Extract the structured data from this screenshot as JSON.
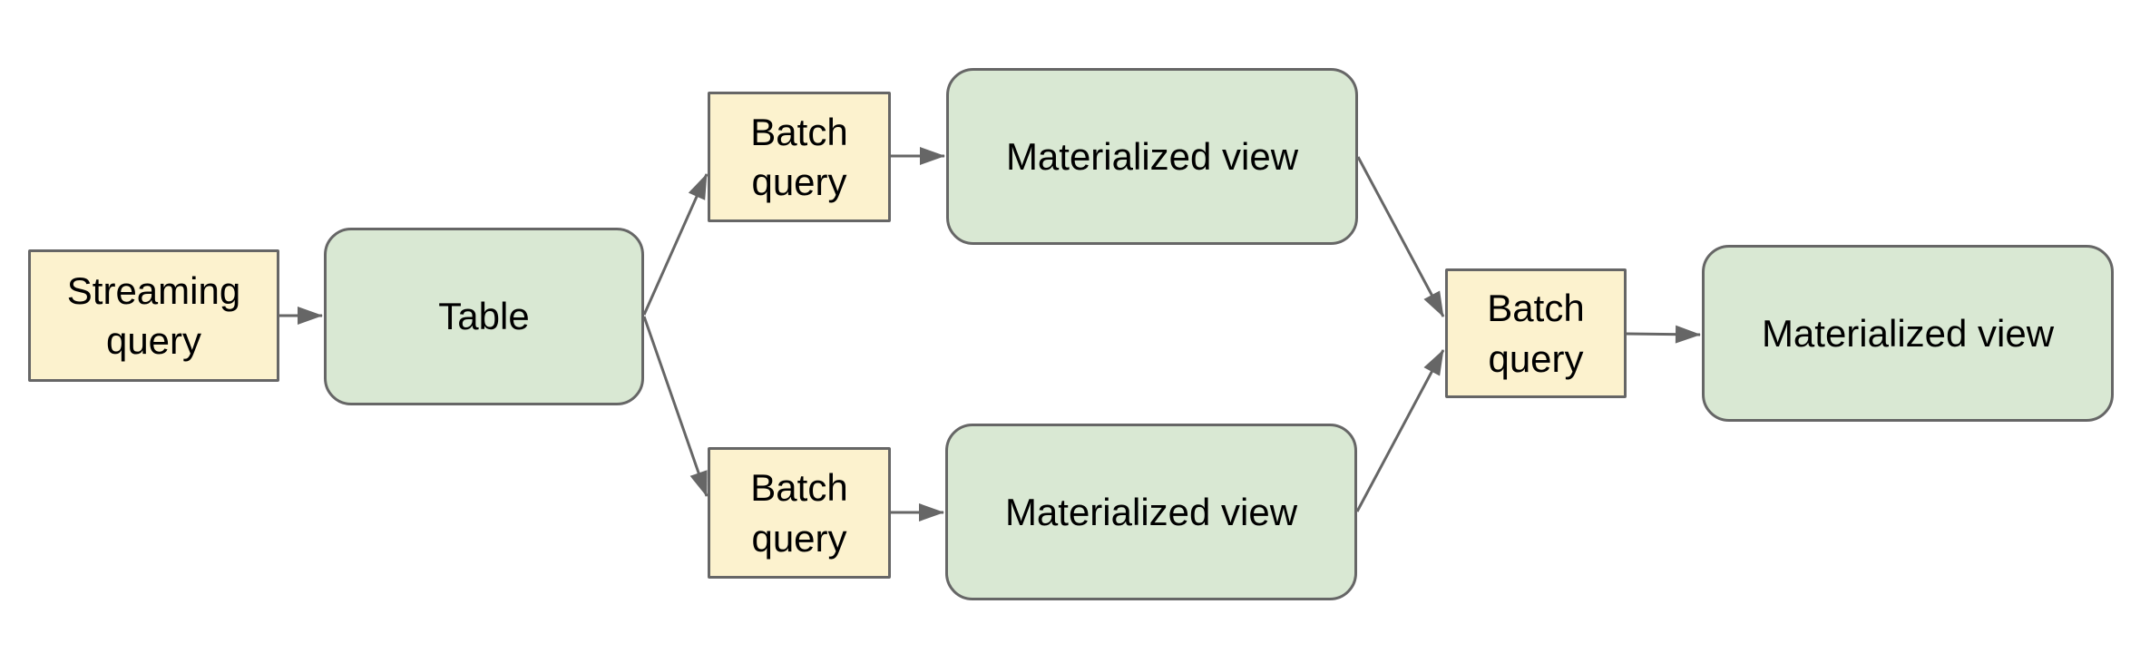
{
  "diagram": {
    "background_color": "#ffffff",
    "colors": {
      "query_box_fill": "#fcf2ce",
      "view_box_fill": "#d9e8d3",
      "box_border": "#666666",
      "connector": "#666666",
      "label_text": "#000000"
    },
    "nodes": [
      {
        "id": "streaming-query",
        "label": "Streaming query",
        "kind": "query"
      },
      {
        "id": "table",
        "label": "Table",
        "kind": "view"
      },
      {
        "id": "batch-query-top",
        "label": "Batch query",
        "kind": "query"
      },
      {
        "id": "materialized-view-top",
        "label": "Materialized view",
        "kind": "view"
      },
      {
        "id": "batch-query-bottom",
        "label": "Batch query",
        "kind": "query"
      },
      {
        "id": "materialized-view-bottom",
        "label": "Materialized view",
        "kind": "view"
      },
      {
        "id": "batch-query-right",
        "label": "Batch query",
        "kind": "query"
      },
      {
        "id": "materialized-view-right",
        "label": "Materialized view",
        "kind": "view"
      }
    ],
    "edges": [
      {
        "from": "streaming-query",
        "to": "table"
      },
      {
        "from": "table",
        "to": "batch-query-top"
      },
      {
        "from": "table",
        "to": "batch-query-bottom"
      },
      {
        "from": "batch-query-top",
        "to": "materialized-view-top"
      },
      {
        "from": "batch-query-bottom",
        "to": "materialized-view-bottom"
      },
      {
        "from": "materialized-view-top",
        "to": "batch-query-right"
      },
      {
        "from": "materialized-view-bottom",
        "to": "batch-query-right"
      },
      {
        "from": "batch-query-right",
        "to": "materialized-view-right"
      }
    ]
  }
}
